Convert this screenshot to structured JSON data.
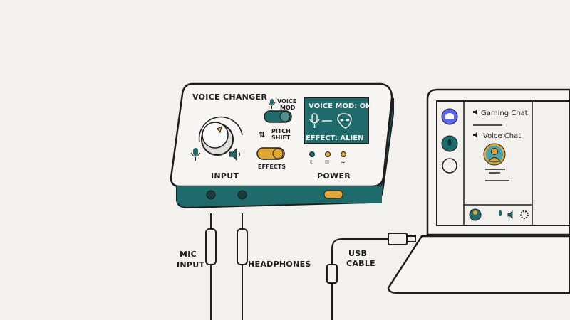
{
  "device": {
    "title": "VOICE CHANGER",
    "voice_mod_label": [
      "VOICE",
      "MOD"
    ],
    "pitch_shift_label": [
      "PITCH",
      "SHIFT"
    ],
    "effects_label": "EFFECTS",
    "input_label": "INPUT",
    "power_label": "POWER",
    "display": {
      "status": "VOICE MOD: ON",
      "effect": "EFFECT: ALIEN"
    },
    "leds": [
      {
        "label": "L"
      },
      {
        "label": "II"
      },
      {
        "label": "~"
      }
    ],
    "voice_mod_toggle_on": true,
    "effects_toggle_on": true
  },
  "cables": {
    "mic": [
      "MIC",
      "INPUT"
    ],
    "headphones": "HEADPHONES",
    "usb": [
      "USB",
      "CABLE"
    ]
  },
  "laptop": {
    "channels": [
      {
        "name": "Gaming Chat"
      },
      {
        "name": "Voice Chat"
      }
    ]
  },
  "colors": {
    "teal": "#1f6a6a",
    "orange": "#e2a634",
    "discord": "#5865f2",
    "bg": "#f3f1ee"
  }
}
